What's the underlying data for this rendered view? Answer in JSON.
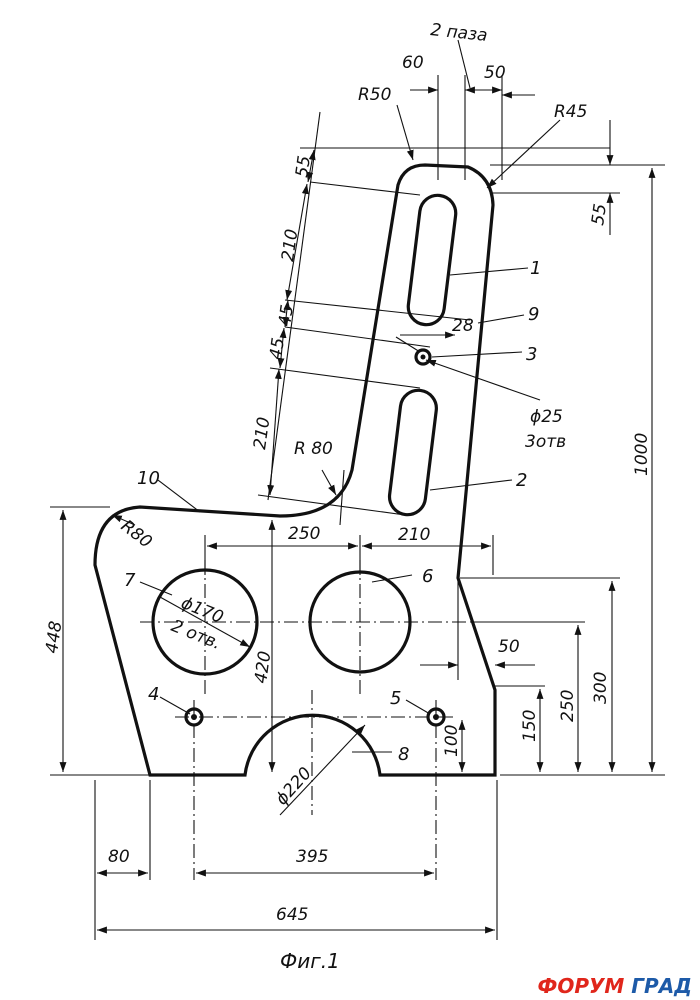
{
  "drawing": {
    "caption": "Фиг.1",
    "note_slots": "2 паза",
    "note_holes_diameter": "ϕ25",
    "note_holes_count": "3отв",
    "note_big_holes_diameter": "ϕ170",
    "note_big_holes_count": "2 отв.",
    "radii": {
      "r50": "R50",
      "r45": "R45",
      "r80_top": "R 80",
      "r80_side": "R80"
    },
    "dims": {
      "d60": "60",
      "d50_top": "50",
      "d55_left": "55",
      "d55_right": "55",
      "d210_upper": "210",
      "d45a": "45",
      "d45b": "45",
      "d210_lower": "210",
      "d28": "28",
      "d1000": "1000",
      "d250_h": "250",
      "d210_h": "210",
      "d448": "448",
      "d420": "420",
      "d50_right": "50",
      "d300": "300",
      "d250_v": "250",
      "d150": "150",
      "d100": "100",
      "d220": "ϕ220",
      "d80": "80",
      "d395": "395",
      "d645": "645"
    },
    "callouts": [
      "1",
      "2",
      "3",
      "4",
      "5",
      "6",
      "7",
      "8",
      "9",
      "10"
    ]
  },
  "watermark": {
    "part1": "ФОРУМ",
    "part2": "ГРАД",
    "color1": "#e0261b",
    "color2": "#1d5aa8"
  }
}
